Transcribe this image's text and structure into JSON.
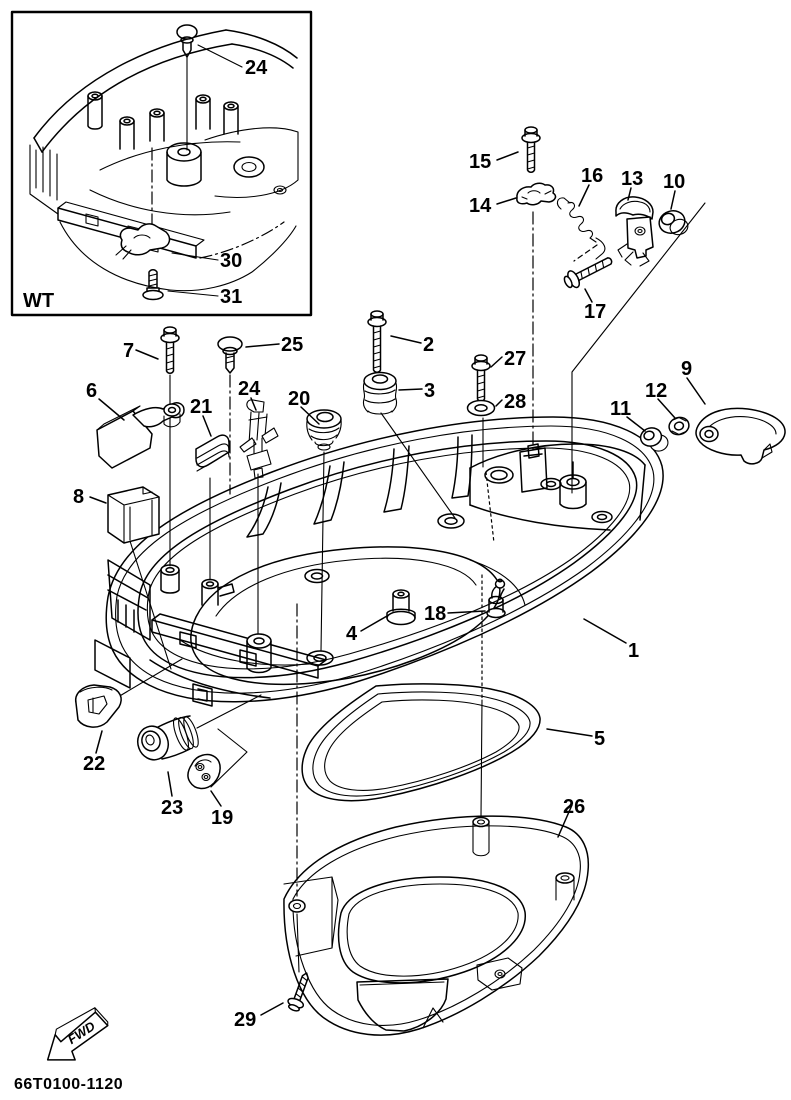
{
  "diagram": {
    "code": "66T0100-1120",
    "inset_label": "WT",
    "fwd_label": "FWD"
  },
  "callouts": {
    "inset_24": "24",
    "inset_30": "30",
    "inset_31": "31",
    "n1": "1",
    "n2": "2",
    "n3": "3",
    "n4": "4",
    "n5": "5",
    "n6": "6",
    "n7": "7",
    "n8": "8",
    "n9": "9",
    "n10": "10",
    "n11": "11",
    "n12": "12",
    "n13": "13",
    "n14": "14",
    "n15": "15",
    "n16": "16",
    "n17": "17",
    "n18": "18",
    "n19": "19",
    "n20": "20",
    "n21": "21",
    "n22": "22",
    "n23": "23",
    "n24": "24",
    "n25": "25",
    "n26": "26",
    "n27": "27",
    "n28": "28",
    "n29": "29"
  },
  "colors": {
    "line": "#000000",
    "background": "#ffffff"
  }
}
